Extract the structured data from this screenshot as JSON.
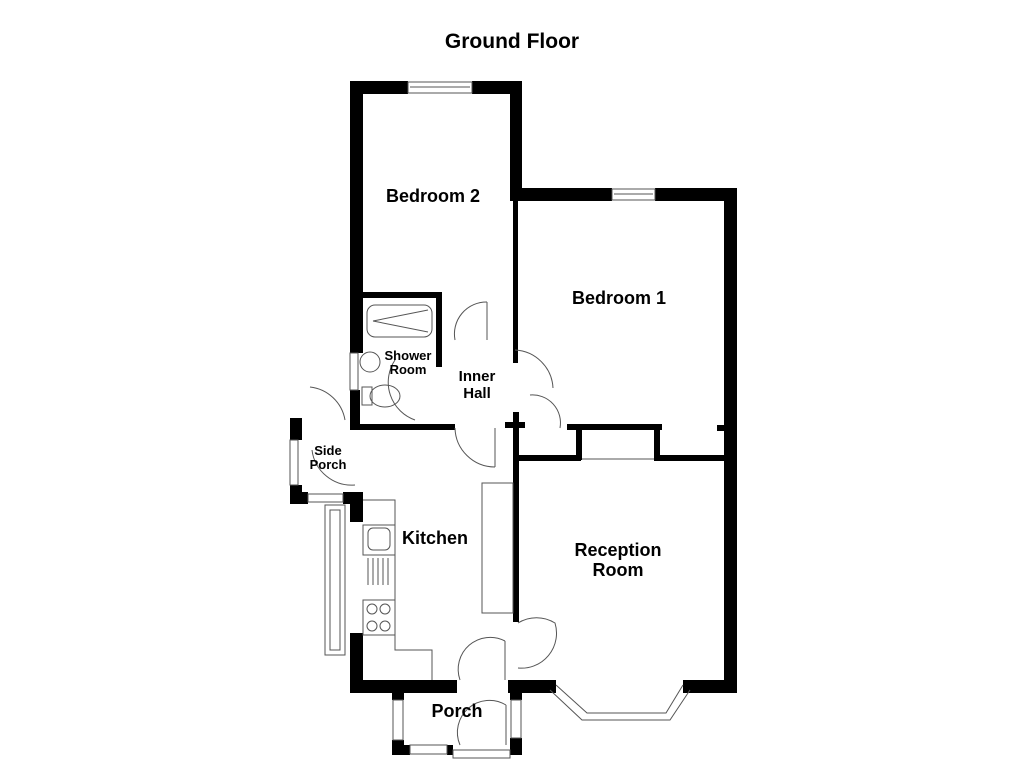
{
  "title": "Ground Floor",
  "rooms": [
    {
      "id": "bedroom-2",
      "label": "Bedroom 2"
    },
    {
      "id": "bedroom-1",
      "label": "Bedroom 1"
    },
    {
      "id": "shower-room",
      "label_line1": "Shower",
      "label_line2": "Room"
    },
    {
      "id": "inner-hall",
      "label_line1": "Inner",
      "label_line2": "Hall"
    },
    {
      "id": "side-porch",
      "label_line1": "Side",
      "label_line2": "Porch"
    },
    {
      "id": "kitchen",
      "label": "Kitchen"
    },
    {
      "id": "reception-room",
      "label_line1": "Reception",
      "label_line2": "Room"
    },
    {
      "id": "porch",
      "label": "Porch"
    }
  ],
  "colors": {
    "wall": "#000000",
    "line": "#555555",
    "background": "#ffffff"
  }
}
